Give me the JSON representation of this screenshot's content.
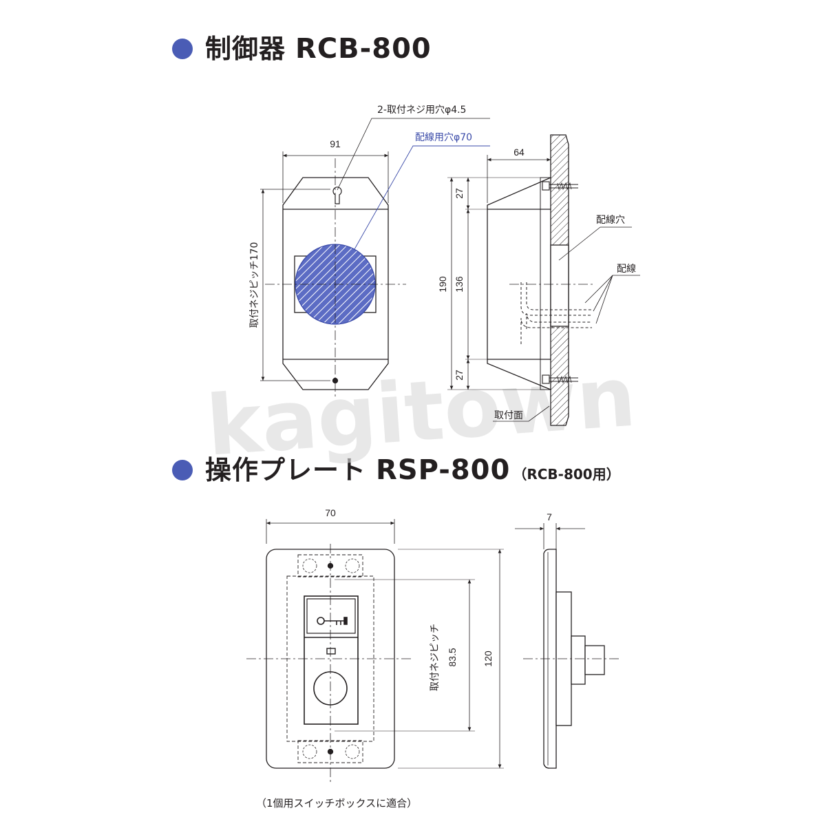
{
  "section1": {
    "title_ja": "制御器",
    "title_model": "RCB-800"
  },
  "section2": {
    "title_ja": "操作プレート",
    "title_model": "RSP-800",
    "title_sub": "（RCB-800用）"
  },
  "rcb": {
    "dim_width": "91",
    "label_screw_holes": "2-取付ネジ用穴φ4.5",
    "label_wiring_hole": "配線用穴φ70",
    "dim_screw_pitch": "取付ネジピッチ170",
    "dim_depth": "64",
    "dim_top": "27",
    "dim_height": "190",
    "dim_mid": "136",
    "dim_bottom": "27",
    "label_wiring_opening": "配線穴",
    "label_wiring": "配線",
    "label_mount_surface": "取付面"
  },
  "rsp": {
    "dim_width": "70",
    "dim_thickness": "7",
    "dim_screw_pitch_label": "取付ネジピッチ",
    "dim_screw_pitch_value": "83.5",
    "dim_height": "120",
    "note": "（1個用スイッチボックスに適合）"
  },
  "watermark": "kagitown",
  "colors": {
    "accent": "#4a5cb5",
    "wiring_blue": "#3a4aa8",
    "line": "#231f20"
  },
  "icons": [
    "key-icon",
    "indicator-led-icon",
    "push-button-icon"
  ]
}
